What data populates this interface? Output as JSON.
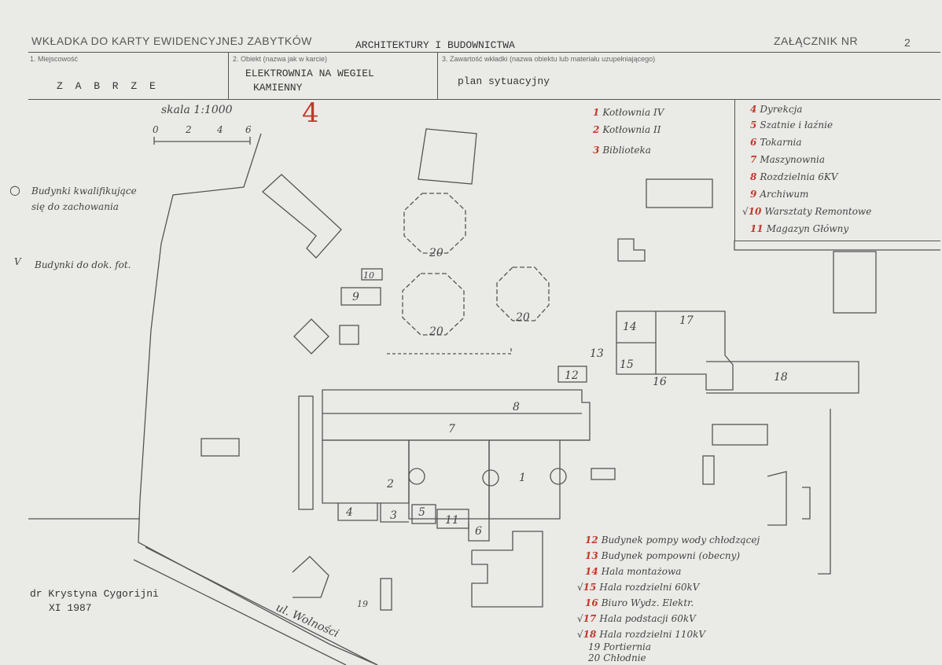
{
  "header": {
    "form_title": "WKŁADKA DO KARTY EWIDENCYJNEJ ZABYTKÓW",
    "category": "ARCHITEKTURY I BUDOWNICTWA",
    "annex_label": "ZAŁĄCZNIK NR",
    "annex_number": "2",
    "field1_label": "1. Miejscowość",
    "field1_value": "Z A B R Z E",
    "field2_label": "2. Obiekt (nazwa jak w karcie)",
    "field2_value_line1": "ELEKTROWNIA NA WEGIEL",
    "field2_value_line2": "KAMIENNY",
    "field3_label": "3. Zawartość wkładki (nazwa obiektu lub materiału uzupełniającego)",
    "field3_value": "plan sytuacyjny"
  },
  "scale": {
    "label": "skala 1:1000",
    "ticks": [
      "0",
      "2",
      "4",
      "6"
    ],
    "north": "4"
  },
  "notes": {
    "legend_qualify": "Budynki kwalifikujące się do zachowania",
    "legend_qualify_line1": "Budynki kwalifikujące",
    "legend_qualify_line2": "się do zachowania",
    "legend_doc": "Budynki do dok. fot.",
    "legend_doc_mark": "V"
  },
  "legend_top": [
    {
      "num": "1",
      "label": "Kotłownia IV"
    },
    {
      "num": "2",
      "label": "Kotłownia II"
    },
    {
      "num": "3",
      "label": "Biblioteka"
    }
  ],
  "legend_right": [
    {
      "num": "4",
      "label": "Dyrekcja"
    },
    {
      "num": "5",
      "label": "Szatnie i łaźnie"
    },
    {
      "num": "6",
      "label": "Tokarnia"
    },
    {
      "num": "7",
      "label": "Maszynownia"
    },
    {
      "num": "8",
      "label": "Rozdzielnia 6KV"
    },
    {
      "num": "9",
      "label": "Archiwum"
    },
    {
      "num": "10",
      "label": "Warsztaty Remontowe"
    },
    {
      "num": "11",
      "label": "Magazyn Główny"
    }
  ],
  "legend_bottom": [
    {
      "num": "12",
      "label": "Budynek pompy wody chłodzącej"
    },
    {
      "num": "13",
      "label": "Budynek pompowni (obecny)"
    },
    {
      "num": "14",
      "label": "Hala montażowa"
    },
    {
      "num": "15",
      "label": "Hala rozdzielni 60kV"
    },
    {
      "num": "16",
      "label": "Biuro Wydz. Elektr."
    },
    {
      "num": "17",
      "label": "Hala podstacji 60kV"
    },
    {
      "num": "18",
      "label": "Hala rozdzielni 110kV"
    },
    {
      "num": "19",
      "label": "Portiernia"
    },
    {
      "num": "20",
      "label": "Chłodnie"
    }
  ],
  "plan_labels": {
    "b1": "1",
    "b2": "2",
    "b3": "3",
    "b4": "4",
    "b5": "5",
    "b6": "6",
    "b7": "7",
    "b8": "8",
    "b9": "9",
    "b10": "10",
    "b11": "11",
    "b12": "12",
    "b13": "13",
    "b14": "14",
    "b15": "15",
    "b16": "16",
    "b17": "17",
    "b18": "18",
    "b19": "19",
    "c20a": "20",
    "c20b": "20",
    "c20c": "20",
    "street": "ul. Wolności"
  },
  "author": {
    "name": "dr Krystyna Cygorijni",
    "date": "XI 1987"
  },
  "colors": {
    "ink": "#444444",
    "red_ink": "#c0392b",
    "paper": "#eaeae7"
  }
}
